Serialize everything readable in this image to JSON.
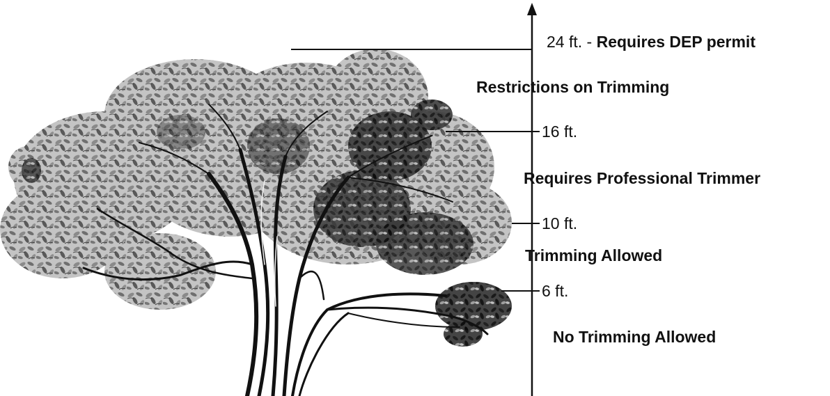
{
  "colors": {
    "ink": "#111111",
    "foliage_light": "#a9a9a9",
    "foliage_mid": "#7a7a7a",
    "foliage_dark": "#1e1e1e",
    "background": "#ffffff"
  },
  "heights": {
    "h24": "24 ft.",
    "h24_separator": " - ",
    "h24_note": "Requires DEP permit",
    "h16": "16 ft.",
    "h10": "10 ft.",
    "h6": "6 ft."
  },
  "zones": {
    "restrictions": "Restrictions on Trimming",
    "professional": "Requires Professional Trimmer",
    "allowed": "Trimming Allowed",
    "not_allowed": "No Trimming Allowed"
  },
  "icons": {
    "arrow": "up-arrow-icon",
    "tree": "tree-illustration"
  }
}
